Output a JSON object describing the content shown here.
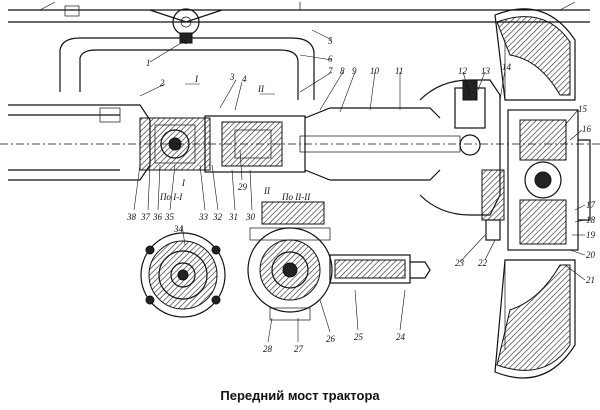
{
  "caption": "Передний мост трактора",
  "section_labels": {
    "s1": "По I-I",
    "s2": "По II-II",
    "mark1_top": "I",
    "mark1_bot": "I",
    "mark2_top": "II",
    "mark2_bot": "II"
  },
  "callouts": [
    "1",
    "2",
    "3",
    "4",
    "5",
    "6",
    "7",
    "8",
    "9",
    "10",
    "11",
    "12",
    "13",
    "14",
    "15",
    "16",
    "17",
    "18",
    "19",
    "20",
    "21",
    "22",
    "23",
    "24",
    "25",
    "26",
    "27",
    "28",
    "29",
    "30",
    "31",
    "32",
    "33",
    "34",
    "35",
    "36",
    "37",
    "38"
  ]
}
